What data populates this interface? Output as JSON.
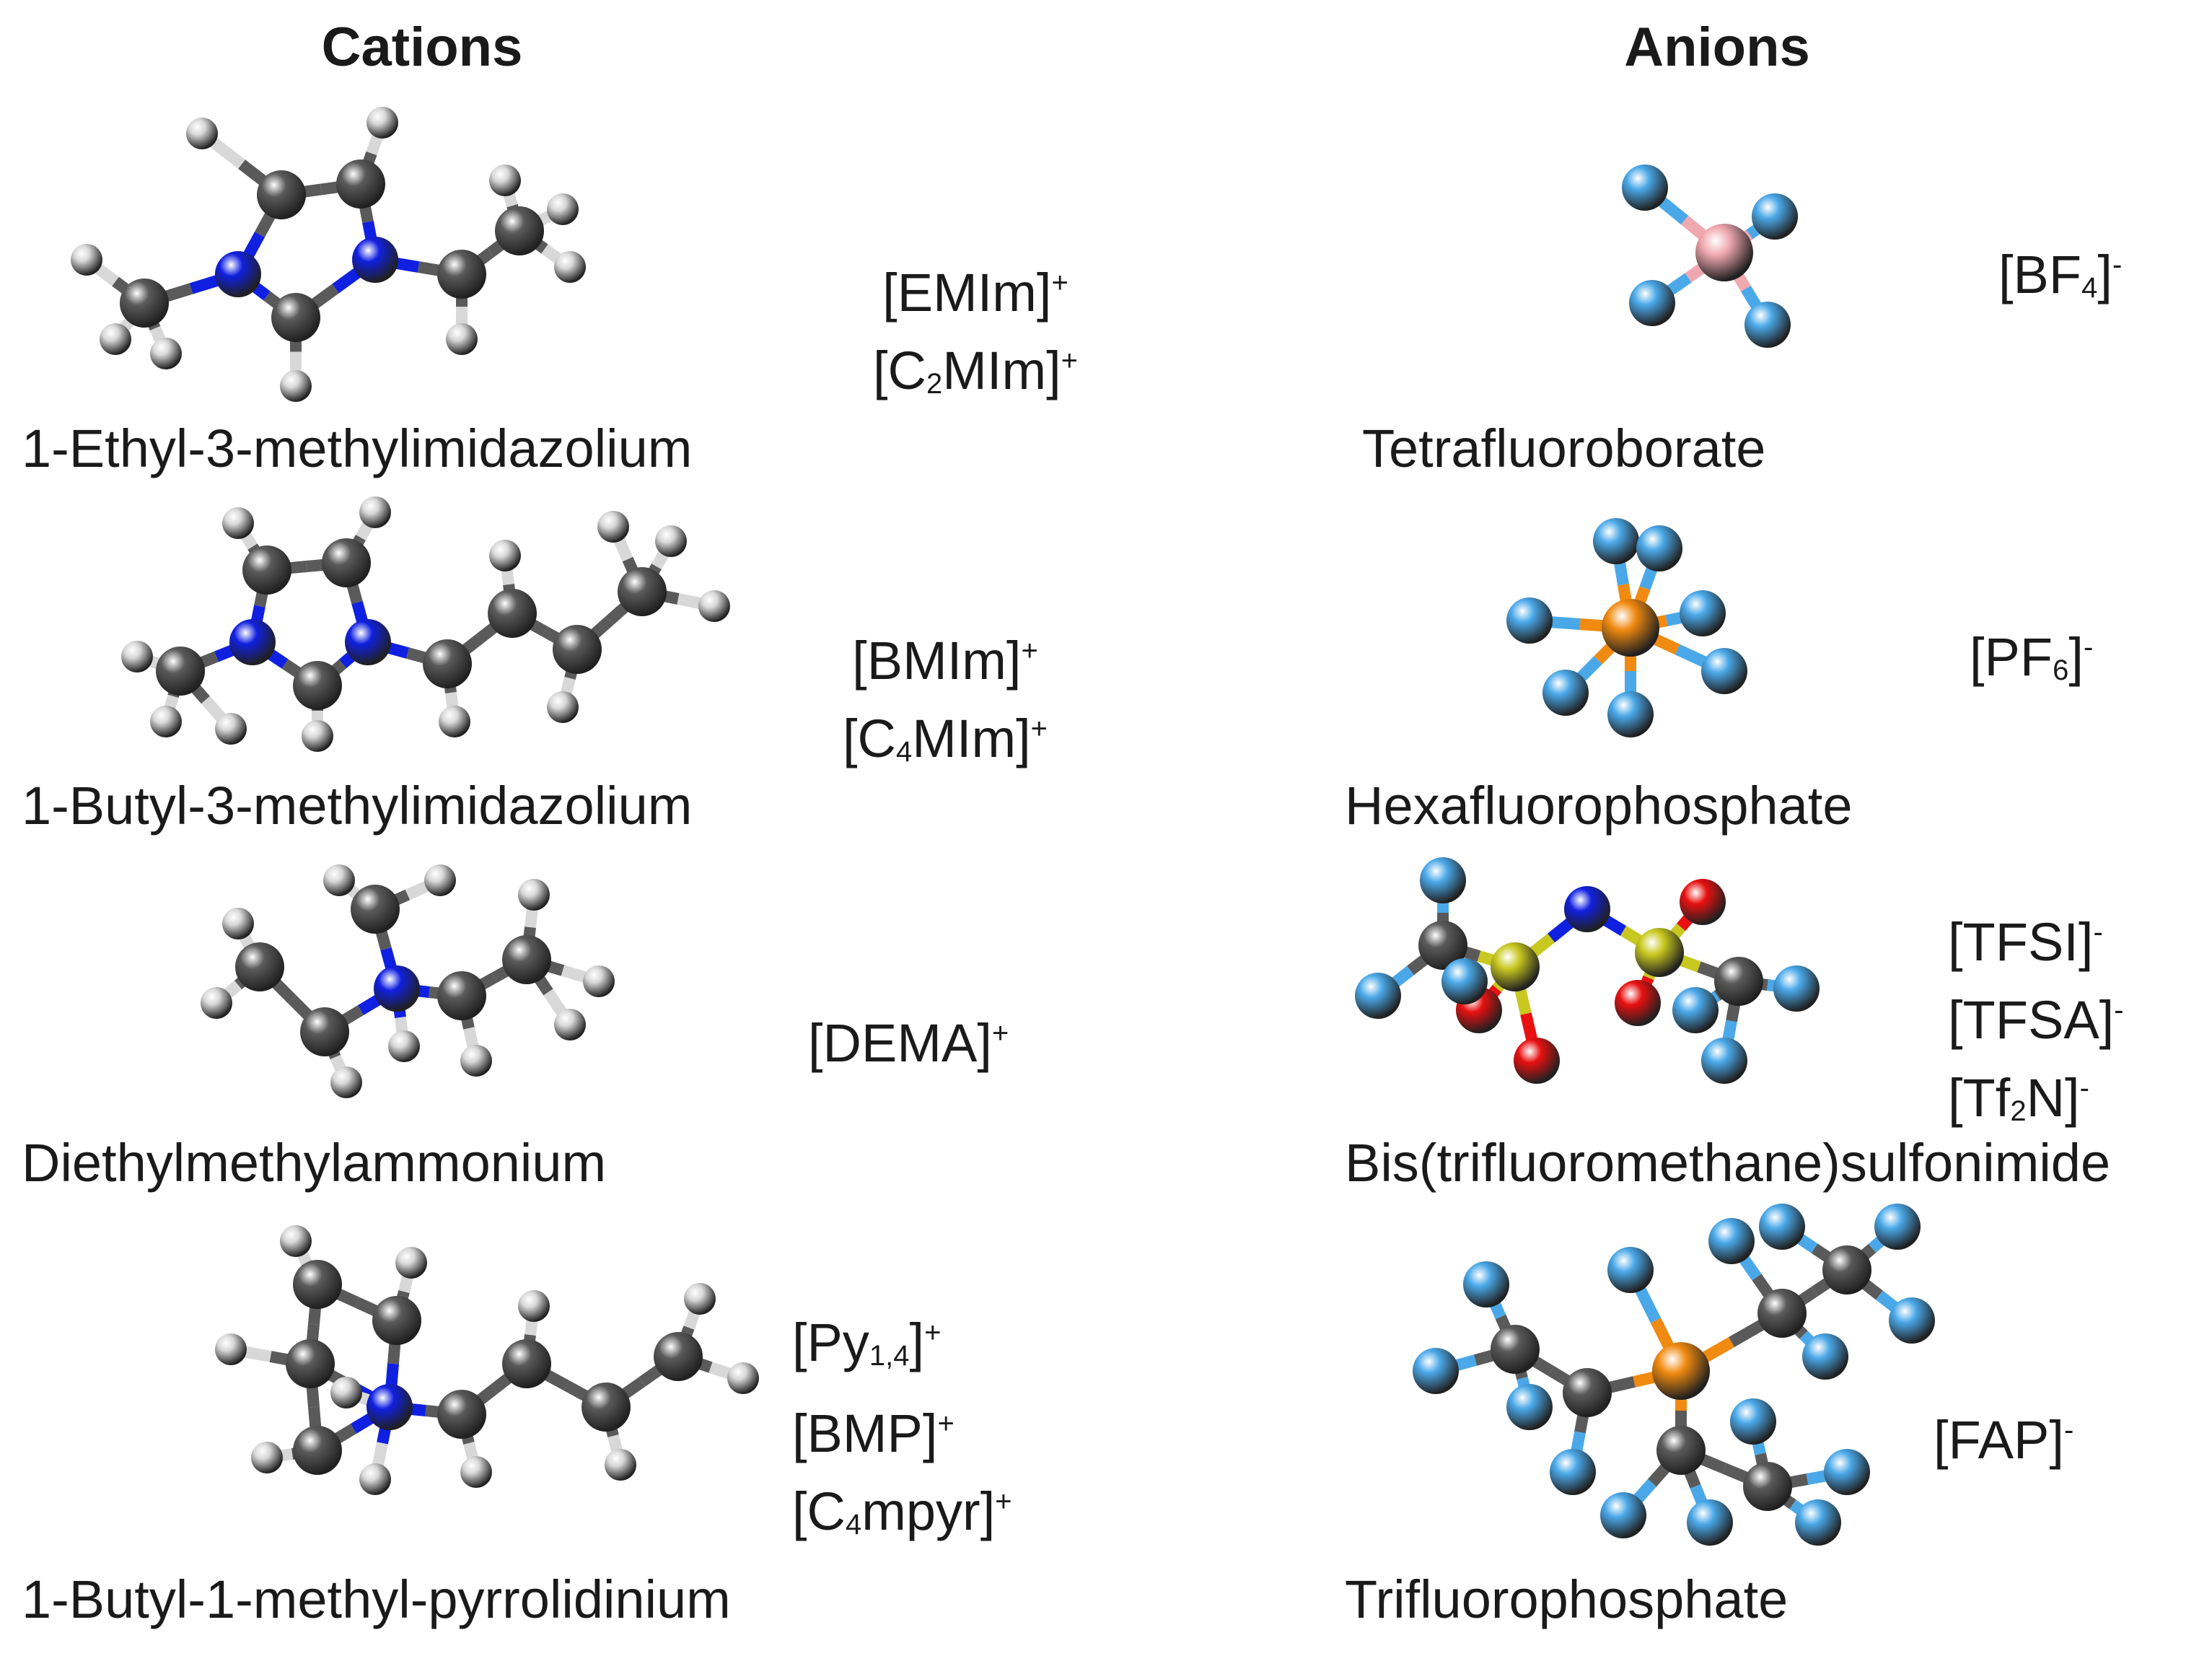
{
  "headings": {
    "cations": "Cations",
    "anions": "Anions"
  },
  "cations": [
    {
      "name": "1-Ethyl-3-methylimidazolium",
      "abbreviations": [
        {
          "base": "[EMIm]",
          "sub": "",
          "after": "",
          "sup": "+"
        },
        {
          "base": "[C",
          "sub": "2",
          "after": "MIm]",
          "sup": "+"
        }
      ]
    },
    {
      "name": "1-Butyl-3-methylimidazolium",
      "abbreviations": [
        {
          "base": "[BMIm]",
          "sub": "",
          "after": "",
          "sup": "+"
        },
        {
          "base": "[C",
          "sub": "4",
          "after": "MIm]",
          "sup": "+"
        }
      ]
    },
    {
      "name": "Diethylmethylammonium",
      "abbreviations": [
        {
          "base": "[DEMA]",
          "sub": "",
          "after": "",
          "sup": "+"
        }
      ]
    },
    {
      "name": "1-Butyl-1-methyl-pyrrolidinium",
      "abbreviations": [
        {
          "base": "[Py",
          "sub": "1,4",
          "after": "]",
          "sup": "+"
        },
        {
          "base": "[BMP]",
          "sub": "",
          "after": "",
          "sup": "+"
        },
        {
          "base": "[C",
          "sub": "4",
          "after": "mpyr]",
          "sup": "+"
        }
      ]
    }
  ],
  "anions": [
    {
      "name": "Tetrafluoroborate",
      "abbreviations": [
        {
          "base": "[BF",
          "sub": "4",
          "after": "]",
          "sup": "-"
        }
      ]
    },
    {
      "name": "Hexafluorophosphate",
      "abbreviations": [
        {
          "base": "[PF",
          "sub": "6",
          "after": "]",
          "sup": "-"
        }
      ]
    },
    {
      "name": "Bis(trifluoromethane)sulfonimide",
      "abbreviations": [
        {
          "base": "[TFSI]",
          "sub": "",
          "after": "",
          "sup": "-"
        },
        {
          "base": "[TFSA]",
          "sub": "",
          "after": "",
          "sup": "-"
        },
        {
          "base": "[Tf",
          "sub": "2",
          "after": "N]",
          "sup": "-"
        }
      ]
    },
    {
      "name": "Trifluorophosphate",
      "abbreviations": [
        {
          "base": "[FAP]",
          "sub": "",
          "after": "",
          "sup": "-"
        }
      ]
    }
  ],
  "atom_colors": {
    "C": "#5a5a5a",
    "H": "#d8d8d8",
    "N": "#1020e0",
    "F": "#4aa8e8",
    "B": "#f0a8b0",
    "P": "#f08a10",
    "S": "#c8c820",
    "O": "#e81010"
  }
}
